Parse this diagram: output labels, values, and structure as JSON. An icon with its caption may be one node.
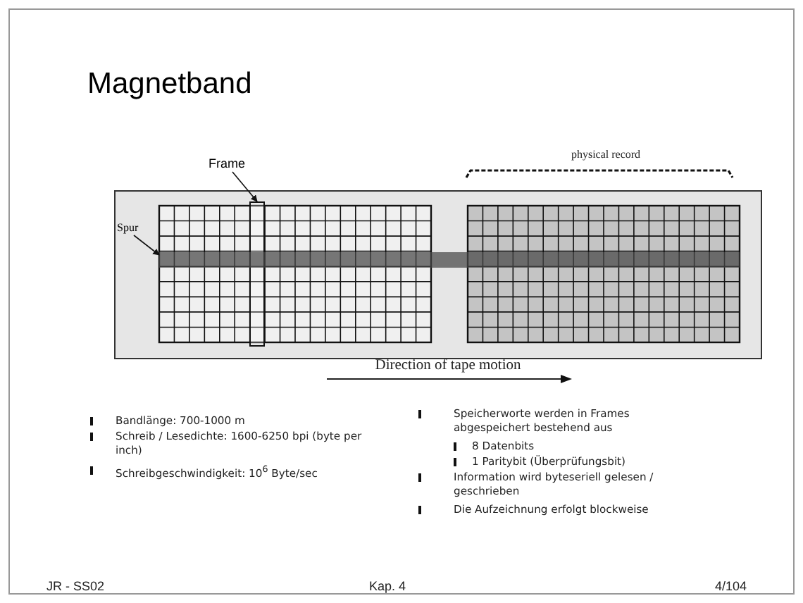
{
  "diagram": {
    "title": "Magnetband",
    "nodes": [
      {
        "text": [
          "Frame"
        ]
      },
      {
        "text": [],
        "shape": "bar"
      },
      {
        "text": [
          "Spur"
        ]
      },
      {
        "text": [],
        "shape": "bar"
      }
    ],
    "edges": [
      {
        "from": 0,
        "to": 1,
        "arrow": "to"
      },
      {
        "from": 2,
        "to": 3,
        "arrow": "to"
      }
    ],
    "labels": [
      "physical record",
      "Direction of tape motion",
      "Bandlänge: 700-1000 m",
      "Schreib / Lesedichte: 1600-6250 bpi (byte per inch)",
      "Schreibgeschwindigkeit: 10$^{6}$ Byte/sec",
      "Speicherworte werden in Frames abgespeichert bestehend aus",
      "8 Datenbits",
      "1 Paritybit (Überprüfungsbit)",
      "Information wird byteseriell gelesen / geschrieben",
      "Die Aufzeichnung erfolgt blockweise",
      "JR - SS02",
      "Kap. 4",
      "4/104"
    ]
  }
}
